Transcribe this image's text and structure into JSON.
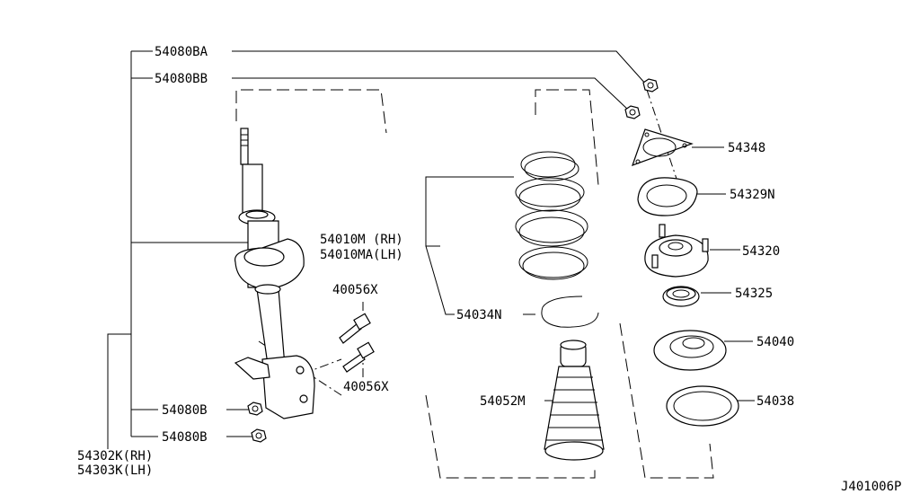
{
  "labels": {
    "p54080BA": "54080BA",
    "p54080BB": "54080BB",
    "p54348": "54348",
    "p54329N": "54329N",
    "p54010M": "54010M (RH)",
    "p54010MA": "54010MA(LH)",
    "p54320": "54320",
    "p40056X_a": "40056X",
    "p54325": "54325",
    "p54034N": "54034N",
    "p54040": "54040",
    "p40056X_b": "40056X",
    "p54052M": "54052M",
    "p54038": "54038",
    "p54080B_a": "54080B",
    "p54080B_b": "54080B",
    "p54302K": "54302K(RH)",
    "p54303K": "54303K(LH)",
    "diagram_code": "J401006P"
  }
}
